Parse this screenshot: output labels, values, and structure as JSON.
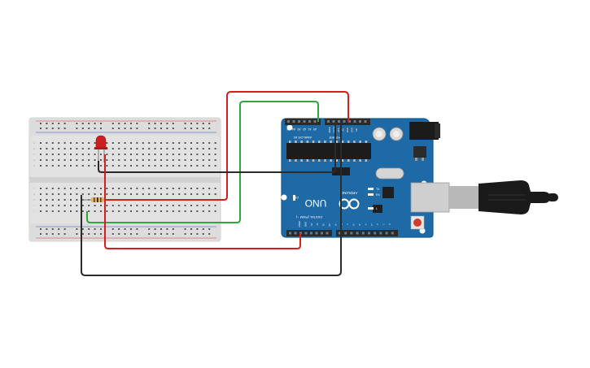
{
  "board": {
    "name": "UNO",
    "brand": "ARDUINO",
    "analog_header": "ANALOG IN",
    "power_header": "POWER",
    "digital_header": "DIGITAL (PWM ~)",
    "analog_pins": [
      "A5",
      "A4",
      "A3",
      "A2",
      "A1",
      "A0"
    ],
    "power_pins": [
      "VIN",
      "GND",
      "GND",
      "5V",
      "3.3V",
      "RESET",
      "IOREF"
    ],
    "digital_pins": [
      "0",
      "1",
      "2",
      "~3",
      "4",
      "~5",
      "~6",
      "7",
      "8",
      "~9",
      "~10",
      "~11",
      "12",
      "13",
      "GND",
      "AREF"
    ],
    "led_labels": [
      "TX",
      "RX",
      "L"
    ],
    "on_label": "ON",
    "colors": {
      "pcb": "#1e6aa6",
      "pcb_dark": "#175a8f",
      "header": "#2b2b2b"
    }
  },
  "breadboard": {
    "row_letters": [
      "a",
      "b",
      "c",
      "d",
      "e",
      "f",
      "g",
      "h",
      "i",
      "j"
    ],
    "columns": 30,
    "colors": {
      "body": "#e6e6e6",
      "rail_red": "#d33",
      "rail_blue": "#35c"
    }
  },
  "components": {
    "led_color": "#cc1f1f",
    "resistor_color": "#d9b36c"
  },
  "wires": {
    "red": "#d41f1f",
    "green": "#2fa83a",
    "black": "#2b2b2b"
  },
  "usb": {
    "color": "#1a1a1a",
    "shell": "#cfcfcf"
  }
}
